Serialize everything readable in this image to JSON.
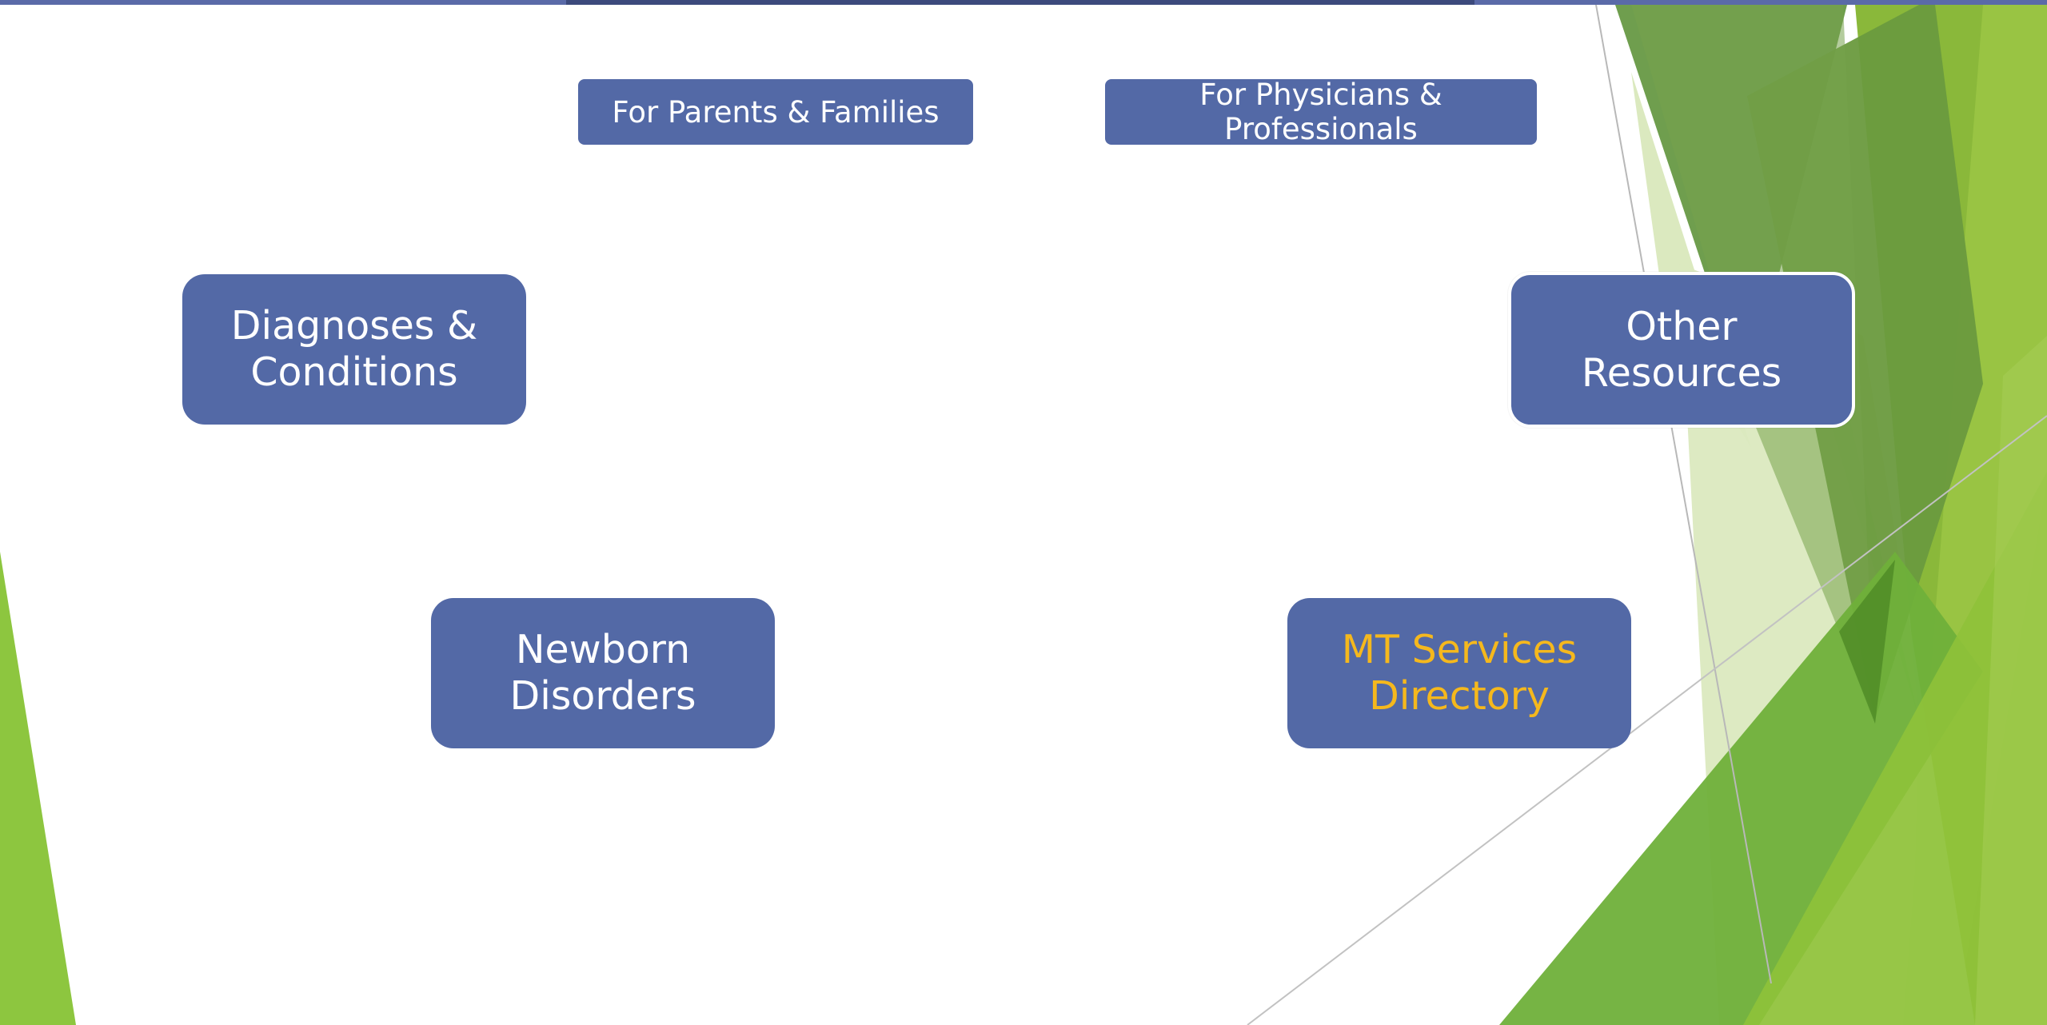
{
  "slide": {
    "top_buttons": {
      "parents": {
        "label": "For Parents & Families"
      },
      "physicians": {
        "label": "For Physicians & Professionals"
      }
    },
    "main_buttons": {
      "diagnoses": {
        "label": "Diagnoses &\nConditions"
      },
      "other_resources": {
        "label": "Other Resources"
      },
      "newborn": {
        "label": "Newborn\nDisorders"
      },
      "mt_services": {
        "label": "MT Services\nDirectory",
        "text_color": "#f5b81d"
      }
    },
    "colors": {
      "button_fill": "#5369a6",
      "button_text": "#ffffff",
      "accent_green": "#8dc63f",
      "top_bar": "#5a6aa8"
    }
  }
}
